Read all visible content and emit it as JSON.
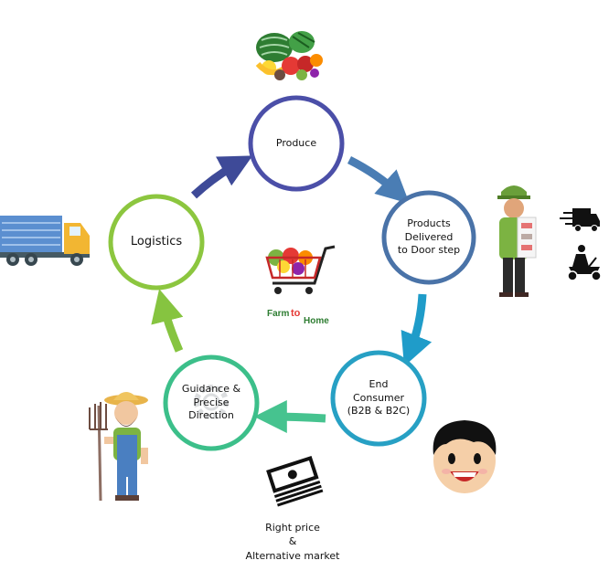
{
  "nodes": {
    "produce": {
      "label": "Produce",
      "color": "#4b4fa8"
    },
    "delivered": {
      "lines": [
        "Products",
        "Delivered",
        "to Door step"
      ],
      "color": "#4a73a8"
    },
    "consumer": {
      "lines": [
        "End",
        "Consumer",
        "(B2B & B2C)"
      ],
      "color": "#27a0c4"
    },
    "guidance": {
      "lines": [
        "Guidance &",
        "Precise",
        "Direction"
      ],
      "color": "#3cbf8a"
    },
    "logistics": {
      "label": "Logistics",
      "color": "#8cc63f"
    }
  },
  "logo": {
    "farm": "Farm",
    "to": "to",
    "home": "Home"
  },
  "caption": {
    "line1": "Right price",
    "line2": "&",
    "line3": "Alternative market"
  },
  "icons": [
    "fruit-basket-icon",
    "truck-icon",
    "delivery-man-icon",
    "delivery-van-icon",
    "scooter-icon",
    "shopping-cart-icon",
    "farmer-icon",
    "money-stack-icon",
    "boy-face-icon"
  ]
}
